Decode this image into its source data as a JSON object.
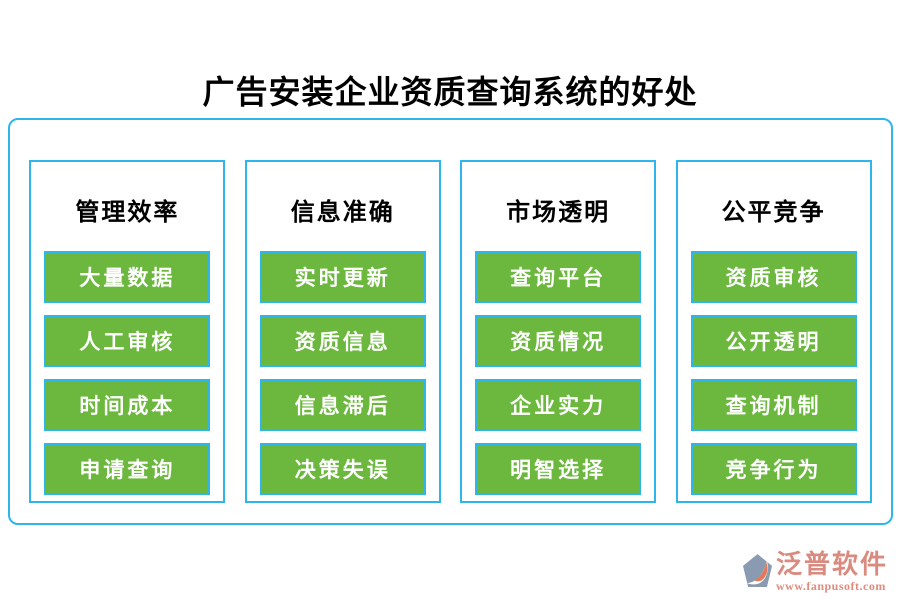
{
  "title": "广告安装企业资质查询系统的好处",
  "colors": {
    "accent_blue": "#2EB6EA",
    "button_green": "#6CB83F",
    "title_ink": "#000000",
    "brand_pink": "#D98B80",
    "url_pink": "#E08B7B"
  },
  "columns": [
    {
      "header": "管理效率",
      "items": [
        "大量数据",
        "人工审核",
        "时间成本",
        "申请查询"
      ]
    },
    {
      "header": "信息准确",
      "items": [
        "实时更新",
        "资质信息",
        "信息滞后",
        "决策失误"
      ]
    },
    {
      "header": "市场透明",
      "items": [
        "查询平台",
        "资质情况",
        "企业实力",
        "明智选择"
      ]
    },
    {
      "header": "公平竞争",
      "items": [
        "资质审核",
        "公开透明",
        "查询机制",
        "竞争行为"
      ]
    }
  ],
  "footer": {
    "brand": "泛普软件",
    "url": "www.fanpusoft.com",
    "icon": "fanpu-diamond-icon"
  }
}
